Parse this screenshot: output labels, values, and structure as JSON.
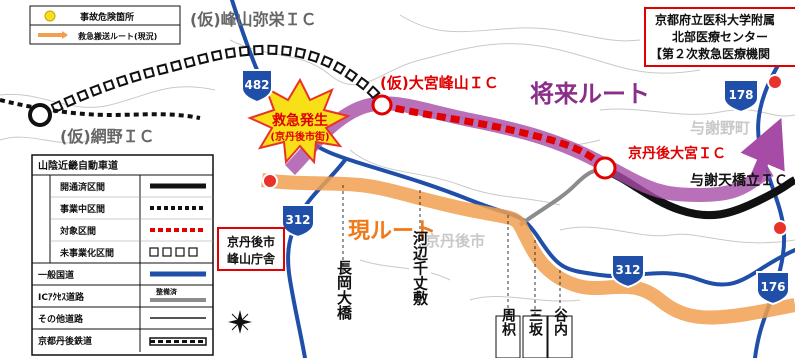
{
  "top_legend": {
    "accident_site": "事故危険箇所",
    "emergency_route": "救急搬送ルート(現況)"
  },
  "hospital_box": {
    "line1": "京都府立医科大学附属",
    "line2": "北部医療センター",
    "line3": "【第２次救急医療機関"
  },
  "ics": {
    "mineyama_yasaka": "(仮)峰山弥栄ＩＣ",
    "amino": "(仮)網野ＩＣ",
    "omiya_mineyama": "(仮)大宮峰山ＩＣ",
    "kyotango_omiya": "京丹後大宮ＩＣ",
    "yosa_amanohashidate": "与謝天橋立ＩＣ"
  },
  "routes": {
    "future": "将来ルート",
    "current": "現ルート"
  },
  "accident": {
    "line1": "救急発生",
    "line2": "(京丹後市街)"
  },
  "city_hall": {
    "line1": "京丹後市",
    "line2": "峰山庁舎"
  },
  "place_names": {
    "kyotango_city": "京丹後市",
    "yosano_town": "与謝野町"
  },
  "route_shields": {
    "r482": "482",
    "r178": "178",
    "r312_left": "312",
    "r312_right": "312",
    "r176": "176"
  },
  "stations": {
    "nagaoka_ohashi": "長岡大橋",
    "kobe_senjoshiki": "河辺千丈敷",
    "shuchi": "周枳",
    "sanzaka": "三坂",
    "taniuchi": "谷内"
  },
  "legend": {
    "title": "山陰近畿自動車道",
    "items": [
      {
        "label": "開通済区間"
      },
      {
        "label": "事業中区間"
      },
      {
        "label": "対象区間"
      },
      {
        "label": "未事業化区間"
      },
      {
        "label": "一般国道"
      },
      {
        "label": "ICｱｸｾｽ道路",
        "note": "整備済"
      },
      {
        "label": "その他道路"
      },
      {
        "label": "京都丹後鉄道"
      }
    ]
  }
}
